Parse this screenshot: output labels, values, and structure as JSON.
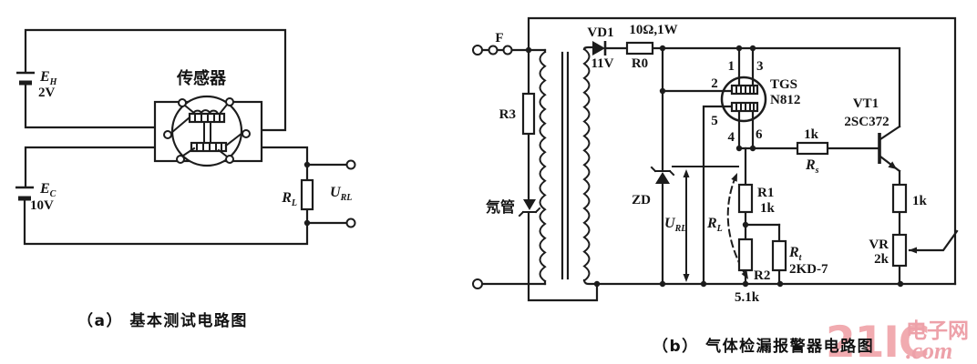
{
  "figure": {
    "caption_a": "（a） 基本测试电路图",
    "caption_b": "（b） 气体检漏报警器电路图"
  },
  "watermark": {
    "brand": "21IC",
    "site": "电子网",
    "tld": ".com",
    "color": "#f1abb0"
  },
  "circuit_a": {
    "sensor_label": "传感器",
    "battery_heater": {
      "sym": "E",
      "sub": "H",
      "value": "2V"
    },
    "battery_circuit": {
      "sym": "E",
      "sub": "C",
      "value": "10V"
    },
    "load_resistor": {
      "sym": "R",
      "sub": "L"
    },
    "output_voltage": {
      "sym": "U",
      "sub": "RL"
    }
  },
  "circuit_b": {
    "fuse_label": "F",
    "r3_label": "R3",
    "neon_label": "氖管",
    "vd1_label": "VD1",
    "vd1_value": "11V",
    "r0_value": "10Ω,1W",
    "r0_label": "R0",
    "zd_label": "ZD",
    "u_rl": {
      "sym": "U",
      "sub": "RL"
    },
    "r_l": {
      "sym": "R",
      "sub": "L"
    },
    "sensor": {
      "model_line1": "TGS",
      "model_line2": "N812",
      "pin1": "1",
      "pin2": "2",
      "pin3": "3",
      "pin4": "4",
      "pin5": "5",
      "pin6": "6"
    },
    "rs": {
      "value": "1k",
      "sym": "R",
      "sub": "s"
    },
    "vt1_label": "VT1",
    "vt1_value": "2SC372",
    "rc_value": "1k",
    "r1_label": "R1",
    "r1_value": "1k",
    "r2_label": "R2",
    "r2_value": "5.1k",
    "rt": {
      "sym": "R",
      "sub": "t",
      "value": "2KD-7"
    },
    "vr_label": "VR",
    "vr_value": "2k"
  }
}
